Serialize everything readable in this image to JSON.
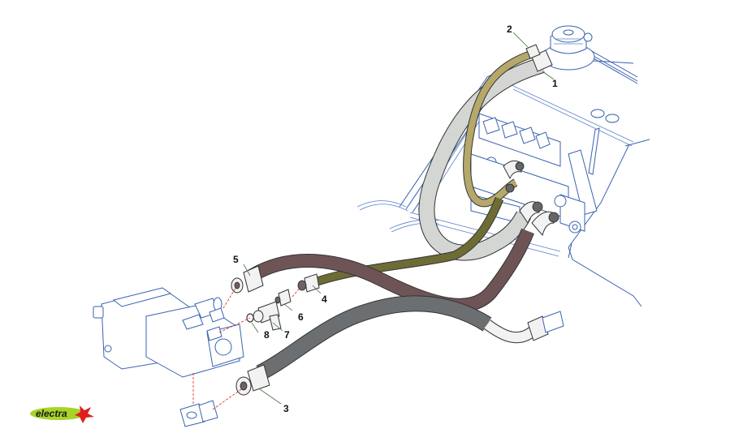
{
  "diagram": {
    "title": "Hydraulic hose assembly exploded view",
    "callouts": [
      {
        "id": "1",
        "label": "1",
        "part": "light-grey-hose-tank"
      },
      {
        "id": "2",
        "label": "2",
        "part": "khaki-hose-tank"
      },
      {
        "id": "3",
        "label": "3",
        "part": "dark-grey-pressure-hose"
      },
      {
        "id": "4",
        "label": "4",
        "part": "olive-hose-fitting"
      },
      {
        "id": "5",
        "label": "5",
        "part": "brown-hose-fitting"
      },
      {
        "id": "6",
        "label": "6",
        "part": "adapter-fitting"
      },
      {
        "id": "7",
        "label": "7",
        "part": "tee-fitting"
      },
      {
        "id": "8",
        "label": "8",
        "part": "seal-ring"
      }
    ],
    "hose_colors": {
      "light_grey": "#d3d6d2",
      "khaki": "#b5a86a",
      "olive": "#6e6c35",
      "brown": "#6f5456",
      "dark_grey": "#6c6f71"
    },
    "line_colors": {
      "frame": "#3a62b0",
      "leader": "#3d7a3d",
      "assembly_dash": "#e03030"
    }
  },
  "logo": {
    "text": "electra",
    "oval_color": "#a8d42a",
    "mark_color": "#e02020"
  }
}
